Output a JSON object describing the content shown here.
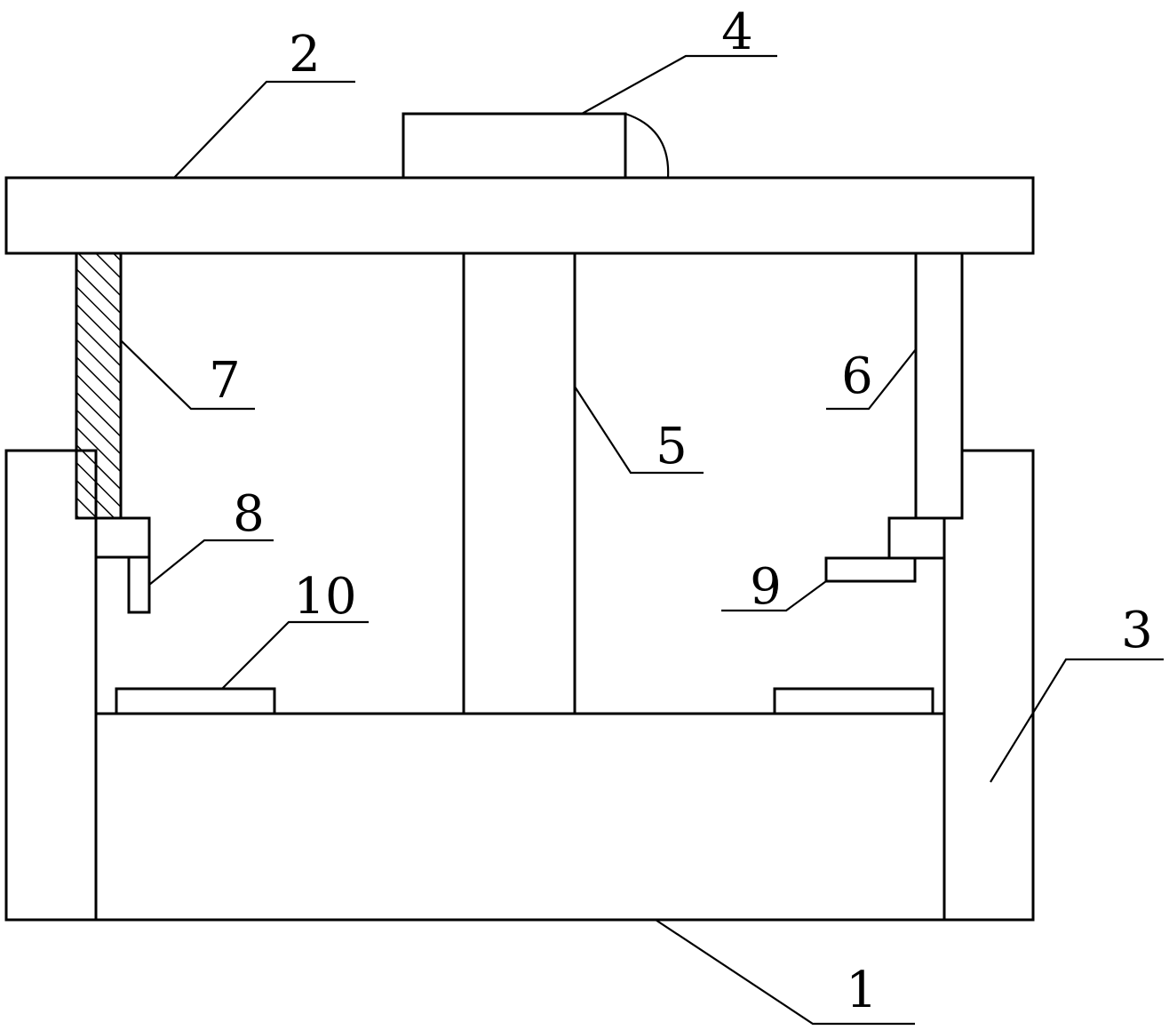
{
  "labels": {
    "base": "1",
    "top_plate": "2",
    "right_post": "3",
    "top_block": "4",
    "center_column": "5",
    "right_rod": "6",
    "hatched_rod": "7",
    "left_bracket": "8",
    "right_step": "9",
    "pad": "10"
  },
  "colors": {
    "line": "#000000",
    "background": "#ffffff"
  }
}
